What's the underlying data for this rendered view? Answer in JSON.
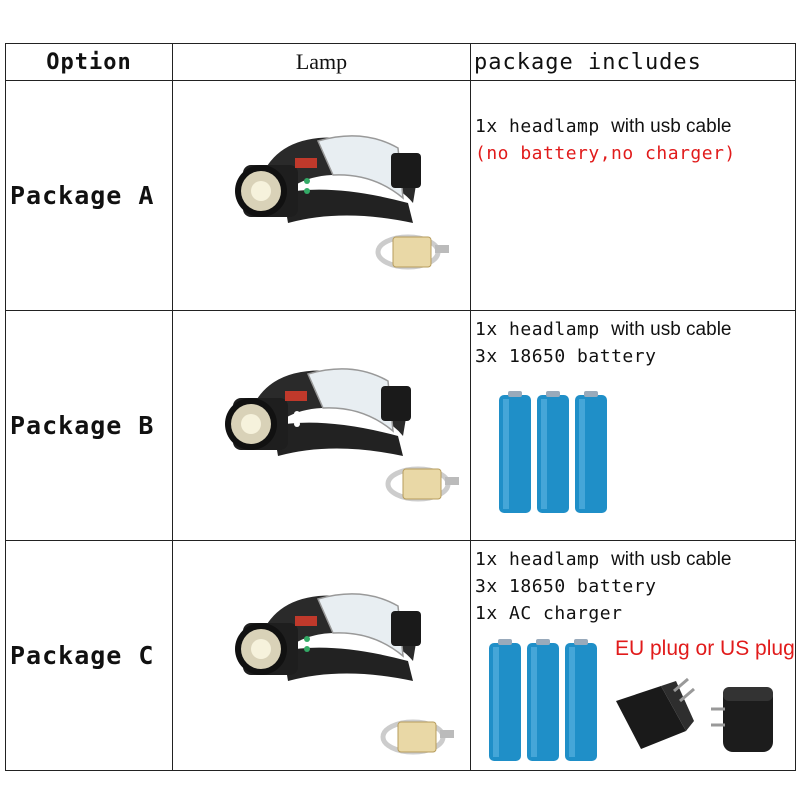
{
  "header": {
    "option": "Option",
    "lamp": "Lamp",
    "includes": "package includes"
  },
  "packages": [
    {
      "label": "Package A",
      "lines": [
        {
          "qty": "1x",
          "item": "headlamp",
          "extra": "with usb cable"
        },
        {
          "note": "(no battery,no charger)"
        }
      ]
    },
    {
      "label": "Package B",
      "lines": [
        {
          "qty": "1x",
          "item": "headlamp",
          "extra": "with usb cable"
        },
        {
          "qty": "3x",
          "item": "18650 battery"
        }
      ]
    },
    {
      "label": "Package C",
      "lines": [
        {
          "qty": "1x",
          "item": "headlamp",
          "extra": "with usb cable"
        },
        {
          "qty": "3x",
          "item": "18650 battery"
        },
        {
          "qty": "1x",
          "item": "AC charger"
        }
      ],
      "plug_note": "EU plug  or US plug"
    }
  ],
  "battery_print": "18650",
  "colors": {
    "border": "#222222",
    "note_red": "#e11b1b",
    "battery_blue": "#1f8fc8",
    "lamp_body": "#1e1e1e"
  },
  "icons": [
    "headlamp-icon",
    "usb-cable-icon",
    "battery-icon",
    "eu-plug-charger-icon",
    "us-plug-charger-icon"
  ]
}
